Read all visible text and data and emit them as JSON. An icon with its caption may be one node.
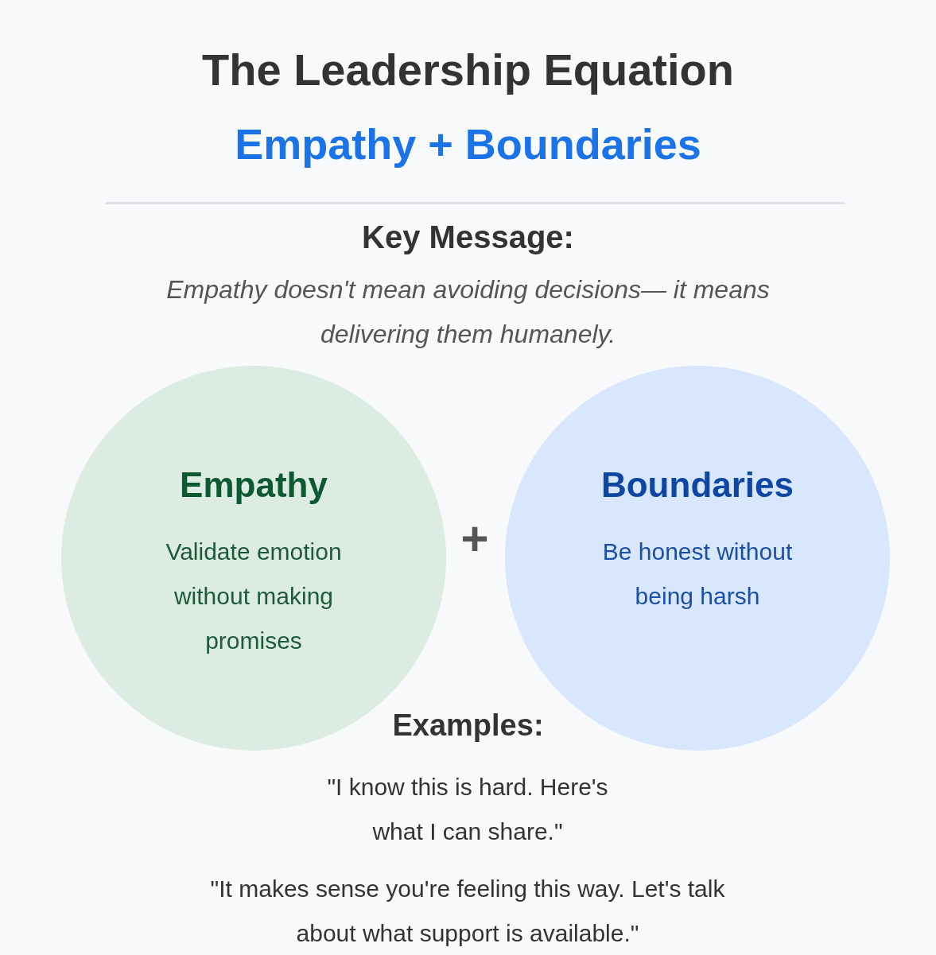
{
  "diagram": {
    "title": "The Leadership Equation",
    "nodes": [
      {
        "text": [
          "Empathy",
          "Validate emotion without making promises"
        ]
      },
      {
        "text": [
          "Boundaries",
          "Be honest without being harsh"
        ]
      }
    ],
    "edges": [],
    "labels": [
      "Empathy + Boundaries",
      "Key Message:",
      "Empathy doesn't mean avoiding decisions— it means delivering them humanely.",
      "+",
      "Examples:",
      "\"I know this is hard. Here's what I can share.\"",
      "\"It makes sense you're feeling this way. Let's talk about what support is available.\""
    ]
  }
}
